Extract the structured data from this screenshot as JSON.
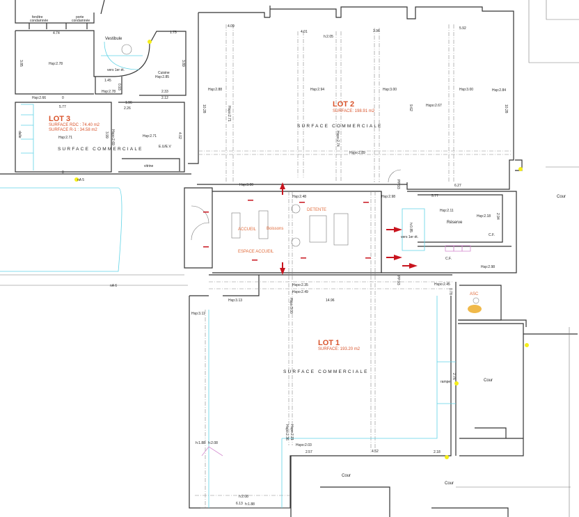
{
  "title": "Plan RDC - Lots 1, 2, 3",
  "colors": {
    "lot_label": "#d9532b",
    "walls": "#333333",
    "cyan_lines": "#5fd3e6",
    "arrows": "#c8141e",
    "marker": "#f5ee1a"
  },
  "lot3": {
    "title": "LOT 3",
    "surface_rdc": "SURFACE RDC : 74.40 m2",
    "surface_r1": "SURFACE R-1 : 34.58 m2",
    "commercial": "SURFACE COMMERCIALE",
    "fenetre_1": "fenêtre",
    "fenetre_2": "condamnée",
    "porte_1": "porte",
    "porte_2": "condamnée",
    "vestibule": "Vestibule",
    "vers_1er": "vers 1er ét.",
    "cuisine": "Cuisine",
    "cuisine_h": "Hsp:2.85",
    "eu_ev": "E.U/E.V",
    "vitrine": "vitrine",
    "n5": "nA 5",
    "dims": [
      "4.74",
      "1.75",
      "3.85",
      "Hsp:2.78",
      "3.89",
      "1.45",
      "0.93",
      "Hsp:2.78",
      "2.33",
      "2.12",
      "Hsp:2.66",
      "0",
      "1.96",
      "2.26",
      "5.77",
      "Hsp:2.71",
      "3.99",
      "Hspo:2.69",
      "Hsp:2.71",
      "4.02",
      "0",
      "dalle"
    ]
  },
  "lot2": {
    "title": "LOT 2",
    "surface": "SURFACE: 198.91 m2",
    "commercial": "SURFACE COMMERCIALE",
    "dims": [
      "4.09",
      "4.01",
      "h:2.05",
      "3.96",
      "5.92",
      "Hsp:2.88",
      "Hspo:2.71",
      "Hsp:2.94",
      "Hsp:3.00",
      "9.62",
      "Hspo:2.67",
      "Hsp:3.00",
      "Hsp:2.84",
      "10.28",
      "10.28",
      "Hspo:2.74",
      "Hspo:2.89",
      "PP:93",
      "6.27",
      "Hsp:3.00"
    ]
  },
  "accueil": {
    "detente": "DETENTE",
    "accueil": "ACCUEIL",
    "boissons": "Boissons",
    "espace": "ESPACE ACCUEIL",
    "reserve": "Réserve",
    "vers_1er": "vers 1er ét.",
    "cf1": "C.F.",
    "cf2": "C.F.",
    "asc": "ASC",
    "n6": "nA 6",
    "dims": [
      "Hsp:2.48",
      "Hsp:2.98",
      "5.77",
      "Hsp:2.11",
      "Hsp:2.18",
      "2.94",
      "h:0.85",
      "Hsp:2.98",
      "Hspo:2.35",
      "PP:93",
      "Hspo:2.45",
      "0.78",
      "Hspo:2.49",
      "Hsp:3.13",
      "Hspo:3.00",
      "14.96"
    ]
  },
  "lot1": {
    "title": "LOT 1",
    "surface": "SURFACE: 193.20 m2",
    "commercial": "SURFACE COMMERCIALE",
    "rampe": "rampe",
    "cour1": "Cour",
    "cour2": "Cour",
    "cour3": "Cour",
    "cour4": "Cour",
    "dims": [
      "Hsp:3.11",
      "2.76",
      "Hspo:2.36",
      "Hspo:2.21",
      "h:1.88",
      "h:2.08",
      "Hspo:2.03",
      "2.57",
      "4.52",
      "2.18",
      "h:2.08",
      "6.13",
      "h:1.88"
    ]
  }
}
